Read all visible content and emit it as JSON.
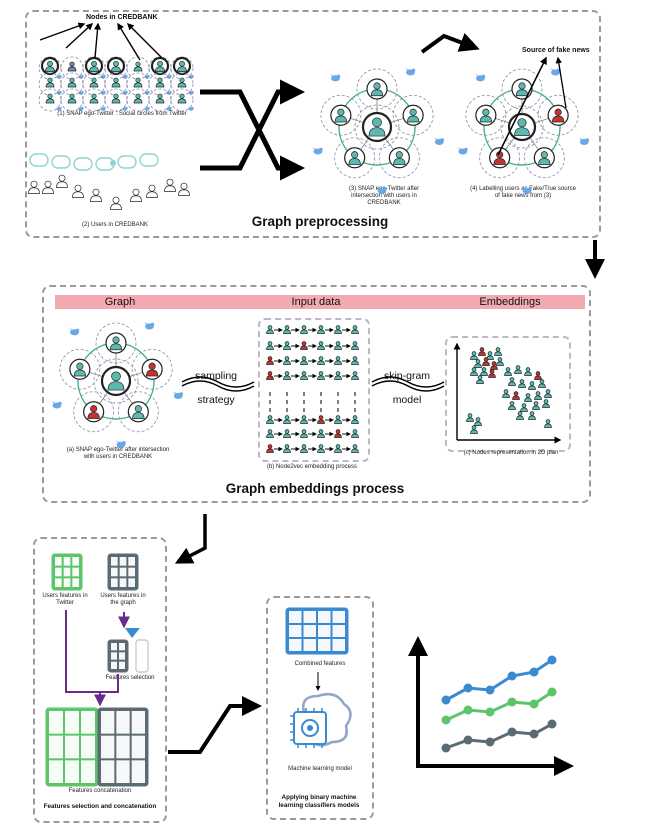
{
  "preprocessing": {
    "title": "Graph preprocessing",
    "nodes_callout": "Nodes in CREDBANK",
    "fake_callout": "Source of fake news",
    "cap1": "(1) SNAP ego-Twitter : Social circles from Twitter",
    "cap2": "(2) Users in CREDBANK",
    "cap3": "(3) SNAP ego-Twitter after intersection with users in CREDBANK",
    "cap4": "(4) Labelling users as Fake/True source of fake news from (3)"
  },
  "embeddings": {
    "title": "Graph embeddings process",
    "headers": [
      "Graph",
      "Input data",
      "Embeddings"
    ],
    "sampling_label": "sampling strategy",
    "skipgram_label": "skip-gram model",
    "cap_a": "(a) SNAP ego-Twitter after intersection with users in CREDBANK",
    "cap_b": "(b) Node2vec embedding process",
    "cap_c": "(c) Nodes representation in 2D plan"
  },
  "features": {
    "title": "Features selection and concatenation",
    "users_twitter": "Users features in Twitter",
    "users_graph": "Users features in the graph",
    "selection": "Features selection",
    "concatenation": "Features concatenation"
  },
  "classifier": {
    "combined": "Combined features",
    "ml_model": "Machine learning model",
    "applying": "Applying binary machine learning classifiers models"
  },
  "colors": {
    "teal": "#5fb8b0",
    "red": "#c7322f",
    "green": "#5cc46a",
    "slate": "#5b6b73",
    "blue": "#3a8ad0",
    "purple": "#6a2a8a",
    "pink": "#f2aab0",
    "twitter": "#6aa7e8",
    "circle_green": "#46b08a"
  },
  "icons": [
    "user-icon",
    "twitter-bird-icon",
    "speech-bubble-icon",
    "arrow-icon",
    "shuffle-arrows-icon",
    "brain-chip-icon",
    "line-chart-icon"
  ]
}
